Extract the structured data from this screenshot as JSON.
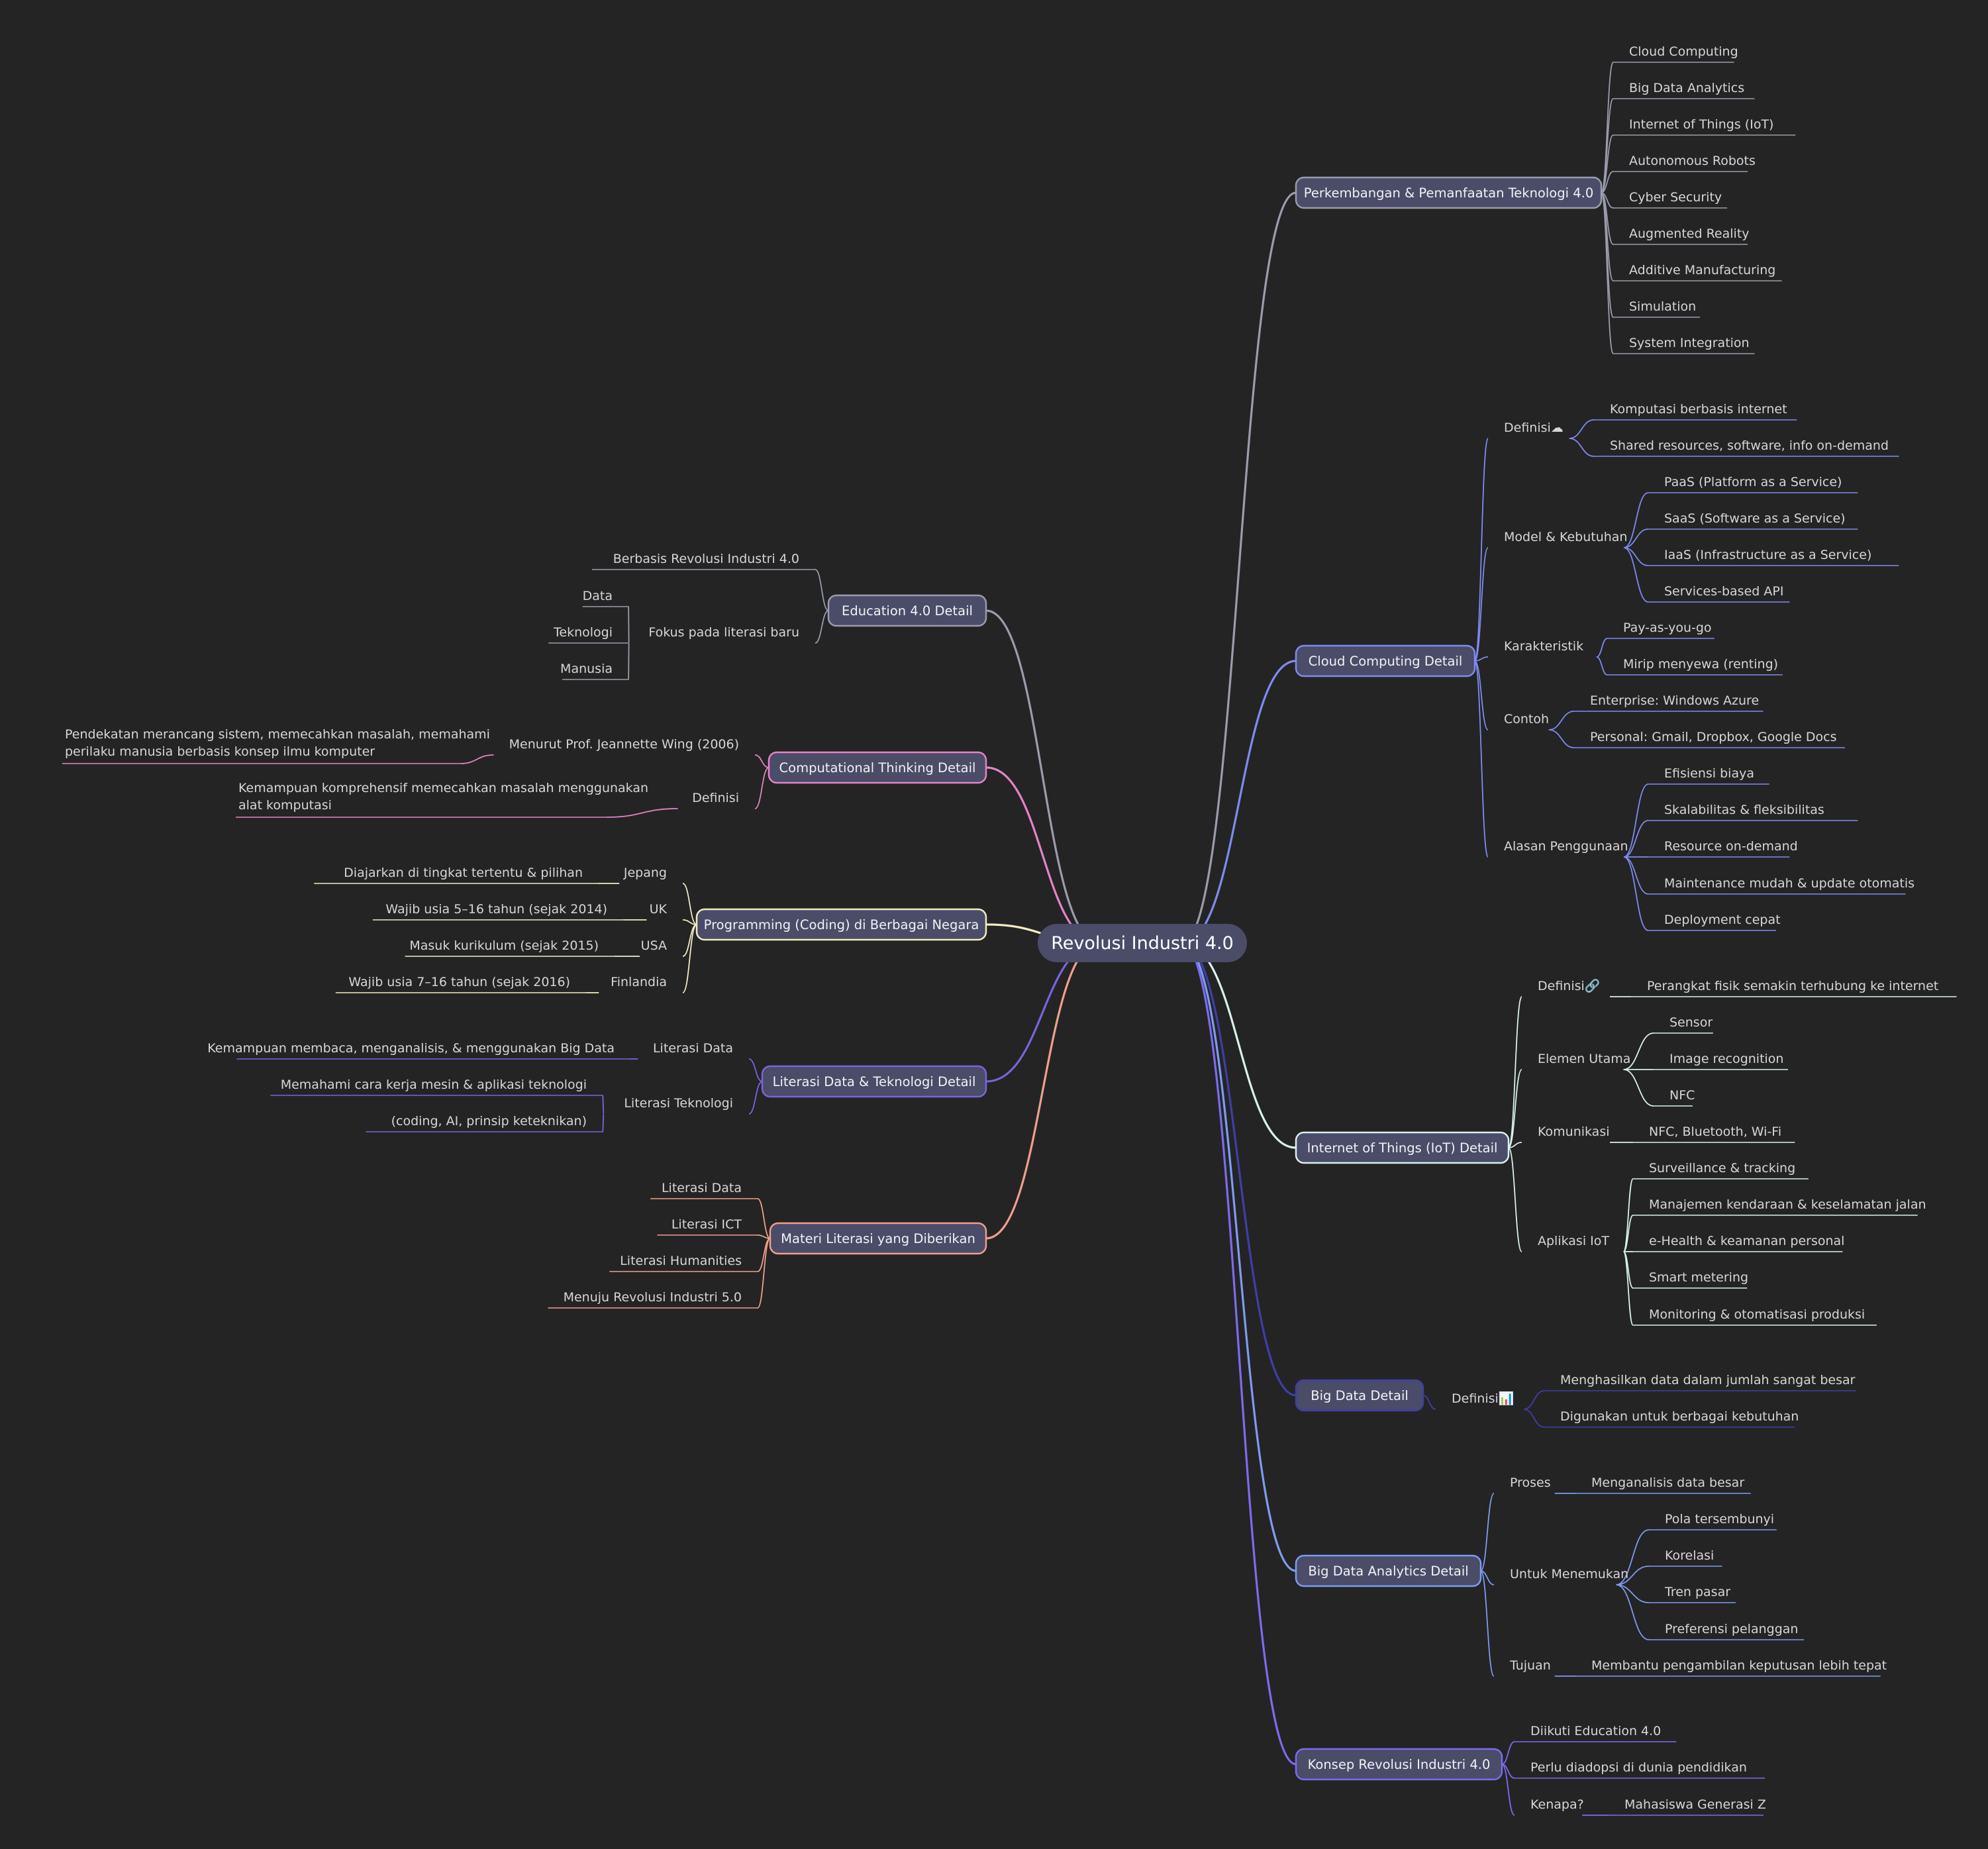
{
  "root": {
    "label": "Revolusi Industri 4.0"
  },
  "branches": [
    {
      "id": "tek",
      "side": "right",
      "color": "#9b9cad",
      "label": "Perkembangan & Pemanfaatan Teknologi 4.0",
      "children": [
        {
          "label": "Cloud Computing"
        },
        {
          "label": "Big Data Analytics"
        },
        {
          "label": "Internet of Things (IoT)"
        },
        {
          "label": "Autonomous Robots"
        },
        {
          "label": "Cyber Security"
        },
        {
          "label": "Augmented Reality"
        },
        {
          "label": "Additive Manufacturing"
        },
        {
          "label": "Simulation"
        },
        {
          "label": "System Integration"
        }
      ]
    },
    {
      "id": "cloud",
      "side": "right",
      "color": "#7e8cf0",
      "label": "Cloud Computing Detail",
      "children": [
        {
          "label": "Definisi☁",
          "children": [
            {
              "label": "Komputasi berbasis internet"
            },
            {
              "label": "Shared resources, software, info on-demand"
            }
          ]
        },
        {
          "label": "Model & Kebutuhan",
          "children": [
            {
              "label": "PaaS (Platform as a Service)"
            },
            {
              "label": "SaaS (Software as a Service)"
            },
            {
              "label": "IaaS (Infrastructure as a Service)"
            },
            {
              "label": "Services-based API"
            }
          ]
        },
        {
          "label": "Karakteristik",
          "children": [
            {
              "label": "Pay-as-you-go"
            },
            {
              "label": "Mirip menyewa (renting)"
            }
          ]
        },
        {
          "label": "Contoh",
          "children": [
            {
              "label": "Enterprise: Windows Azure"
            },
            {
              "label": "Personal: Gmail, Dropbox, Google Docs"
            }
          ]
        },
        {
          "label": "Alasan Penggunaan",
          "children": [
            {
              "label": "Efisiensi biaya"
            },
            {
              "label": "Skalabilitas & fleksibilitas"
            },
            {
              "label": "Resource on-demand"
            },
            {
              "label": "Maintenance mudah & update otomatis"
            },
            {
              "label": "Deployment cepat"
            }
          ]
        }
      ]
    },
    {
      "id": "iot",
      "side": "right",
      "color": "#d8f1ee",
      "label": "Internet of Things (IoT) Detail",
      "children": [
        {
          "label": "Definisi🔗",
          "children": [
            {
              "label": "Perangkat fisik semakin terhubung ke internet"
            }
          ]
        },
        {
          "label": "Elemen Utama",
          "children": [
            {
              "label": "Sensor"
            },
            {
              "label": "Image recognition"
            },
            {
              "label": "NFC"
            }
          ]
        },
        {
          "label": "Komunikasi",
          "children": [
            {
              "label": "NFC, Bluetooth, Wi-Fi"
            }
          ]
        },
        {
          "label": "Aplikasi IoT",
          "children": [
            {
              "label": "Surveillance & tracking"
            },
            {
              "label": "Manajemen kendaraan & keselamatan jalan"
            },
            {
              "label": "e-Health & keamanan personal"
            },
            {
              "label": "Smart metering"
            },
            {
              "label": "Monitoring & otomatisasi produksi"
            }
          ]
        }
      ]
    },
    {
      "id": "bigdata",
      "side": "right",
      "color": "#3f3fa6",
      "label": "Big Data Detail",
      "children": [
        {
          "label": "Definisi📊",
          "children": [
            {
              "label": "Menghasilkan data dalam jumlah sangat besar"
            },
            {
              "label": "Digunakan untuk berbagai kebutuhan"
            }
          ]
        }
      ]
    },
    {
      "id": "bda",
      "side": "right",
      "color": "#7d9cf2",
      "label": "Big Data Analytics Detail",
      "children": [
        {
          "label": "Proses",
          "children": [
            {
              "label": "Menganalisis data besar"
            }
          ]
        },
        {
          "label": "Untuk Menemukan",
          "children": [
            {
              "label": "Pola tersembunyi"
            },
            {
              "label": "Korelasi"
            },
            {
              "label": "Tren pasar"
            },
            {
              "label": "Preferensi pelanggan"
            }
          ]
        },
        {
          "label": "Tujuan",
          "children": [
            {
              "label": "Membantu pengambilan keputusan lebih tepat"
            }
          ]
        }
      ]
    },
    {
      "id": "konsep",
      "side": "right",
      "color": "#7b6cf0",
      "label": "Konsep Revolusi Industri 4.0",
      "children": [
        {
          "label": "Diikuti Education 4.0"
        },
        {
          "label": "Perlu diadopsi di dunia pendidikan"
        },
        {
          "label": "Kenapa?",
          "children": [
            {
              "label": "Mahasiswa Generasi Z"
            }
          ]
        }
      ]
    },
    {
      "id": "edu",
      "side": "left",
      "color": "#9b9cad",
      "label": "Education 4.0 Detail",
      "children": [
        {
          "label": "Berbasis Revolusi Industri 4.0"
        },
        {
          "label": "Fokus pada literasi baru",
          "children": [
            {
              "label": "Data"
            },
            {
              "label": "Teknologi"
            },
            {
              "label": "Manusia"
            }
          ]
        }
      ]
    },
    {
      "id": "ct",
      "side": "left",
      "color": "#e583c8",
      "label": "Computational Thinking Detail",
      "children": [
        {
          "label": "Menurut Prof. Jeannette Wing (2006)",
          "children": [
            {
              "label": [
                "Pendekatan merancang sistem, memecahkan masalah, memahami",
                "perilaku manusia berbasis konsep ilmu komputer"
              ]
            }
          ]
        },
        {
          "label": "Definisi",
          "children": [
            {
              "label": [
                "Kemampuan komprehensif memecahkan masalah menggunakan",
                "alat komputasi"
              ]
            }
          ]
        }
      ]
    },
    {
      "id": "prog",
      "side": "left",
      "color": "#f2ecc2",
      "label": "Programming (Coding) di Berbagai Negara",
      "children": [
        {
          "label": "Jepang",
          "children": [
            {
              "label": "Diajarkan di tingkat tertentu & pilihan"
            }
          ]
        },
        {
          "label": "UK",
          "children": [
            {
              "label": "Wajib usia 5–16 tahun (sejak 2014)"
            }
          ]
        },
        {
          "label": "USA",
          "children": [
            {
              "label": "Masuk kurikulum (sejak 2015)"
            }
          ]
        },
        {
          "label": "Finlandia",
          "children": [
            {
              "label": "Wajib usia 7–16 tahun (sejak 2016)"
            }
          ]
        }
      ]
    },
    {
      "id": "lit",
      "side": "left",
      "color": "#7b64dc",
      "label": "Literasi Data & Teknologi Detail",
      "children": [
        {
          "label": "Literasi Data",
          "children": [
            {
              "label": "Kemampuan membaca, menganalisis, & menggunakan Big Data"
            }
          ]
        },
        {
          "label": "Literasi Teknologi",
          "children": [
            {
              "label": "Memahami cara kerja mesin & aplikasi teknologi"
            },
            {
              "label": "(coding, AI, prinsip keteknikan)"
            }
          ]
        }
      ]
    },
    {
      "id": "materi",
      "side": "left",
      "color": "#eea08c",
      "label": "Materi Literasi yang Diberikan",
      "children": [
        {
          "label": "Literasi Data"
        },
        {
          "label": "Literasi ICT"
        },
        {
          "label": "Literasi Humanities"
        },
        {
          "label": "Menuju Revolusi Industri 5.0"
        }
      ]
    }
  ]
}
